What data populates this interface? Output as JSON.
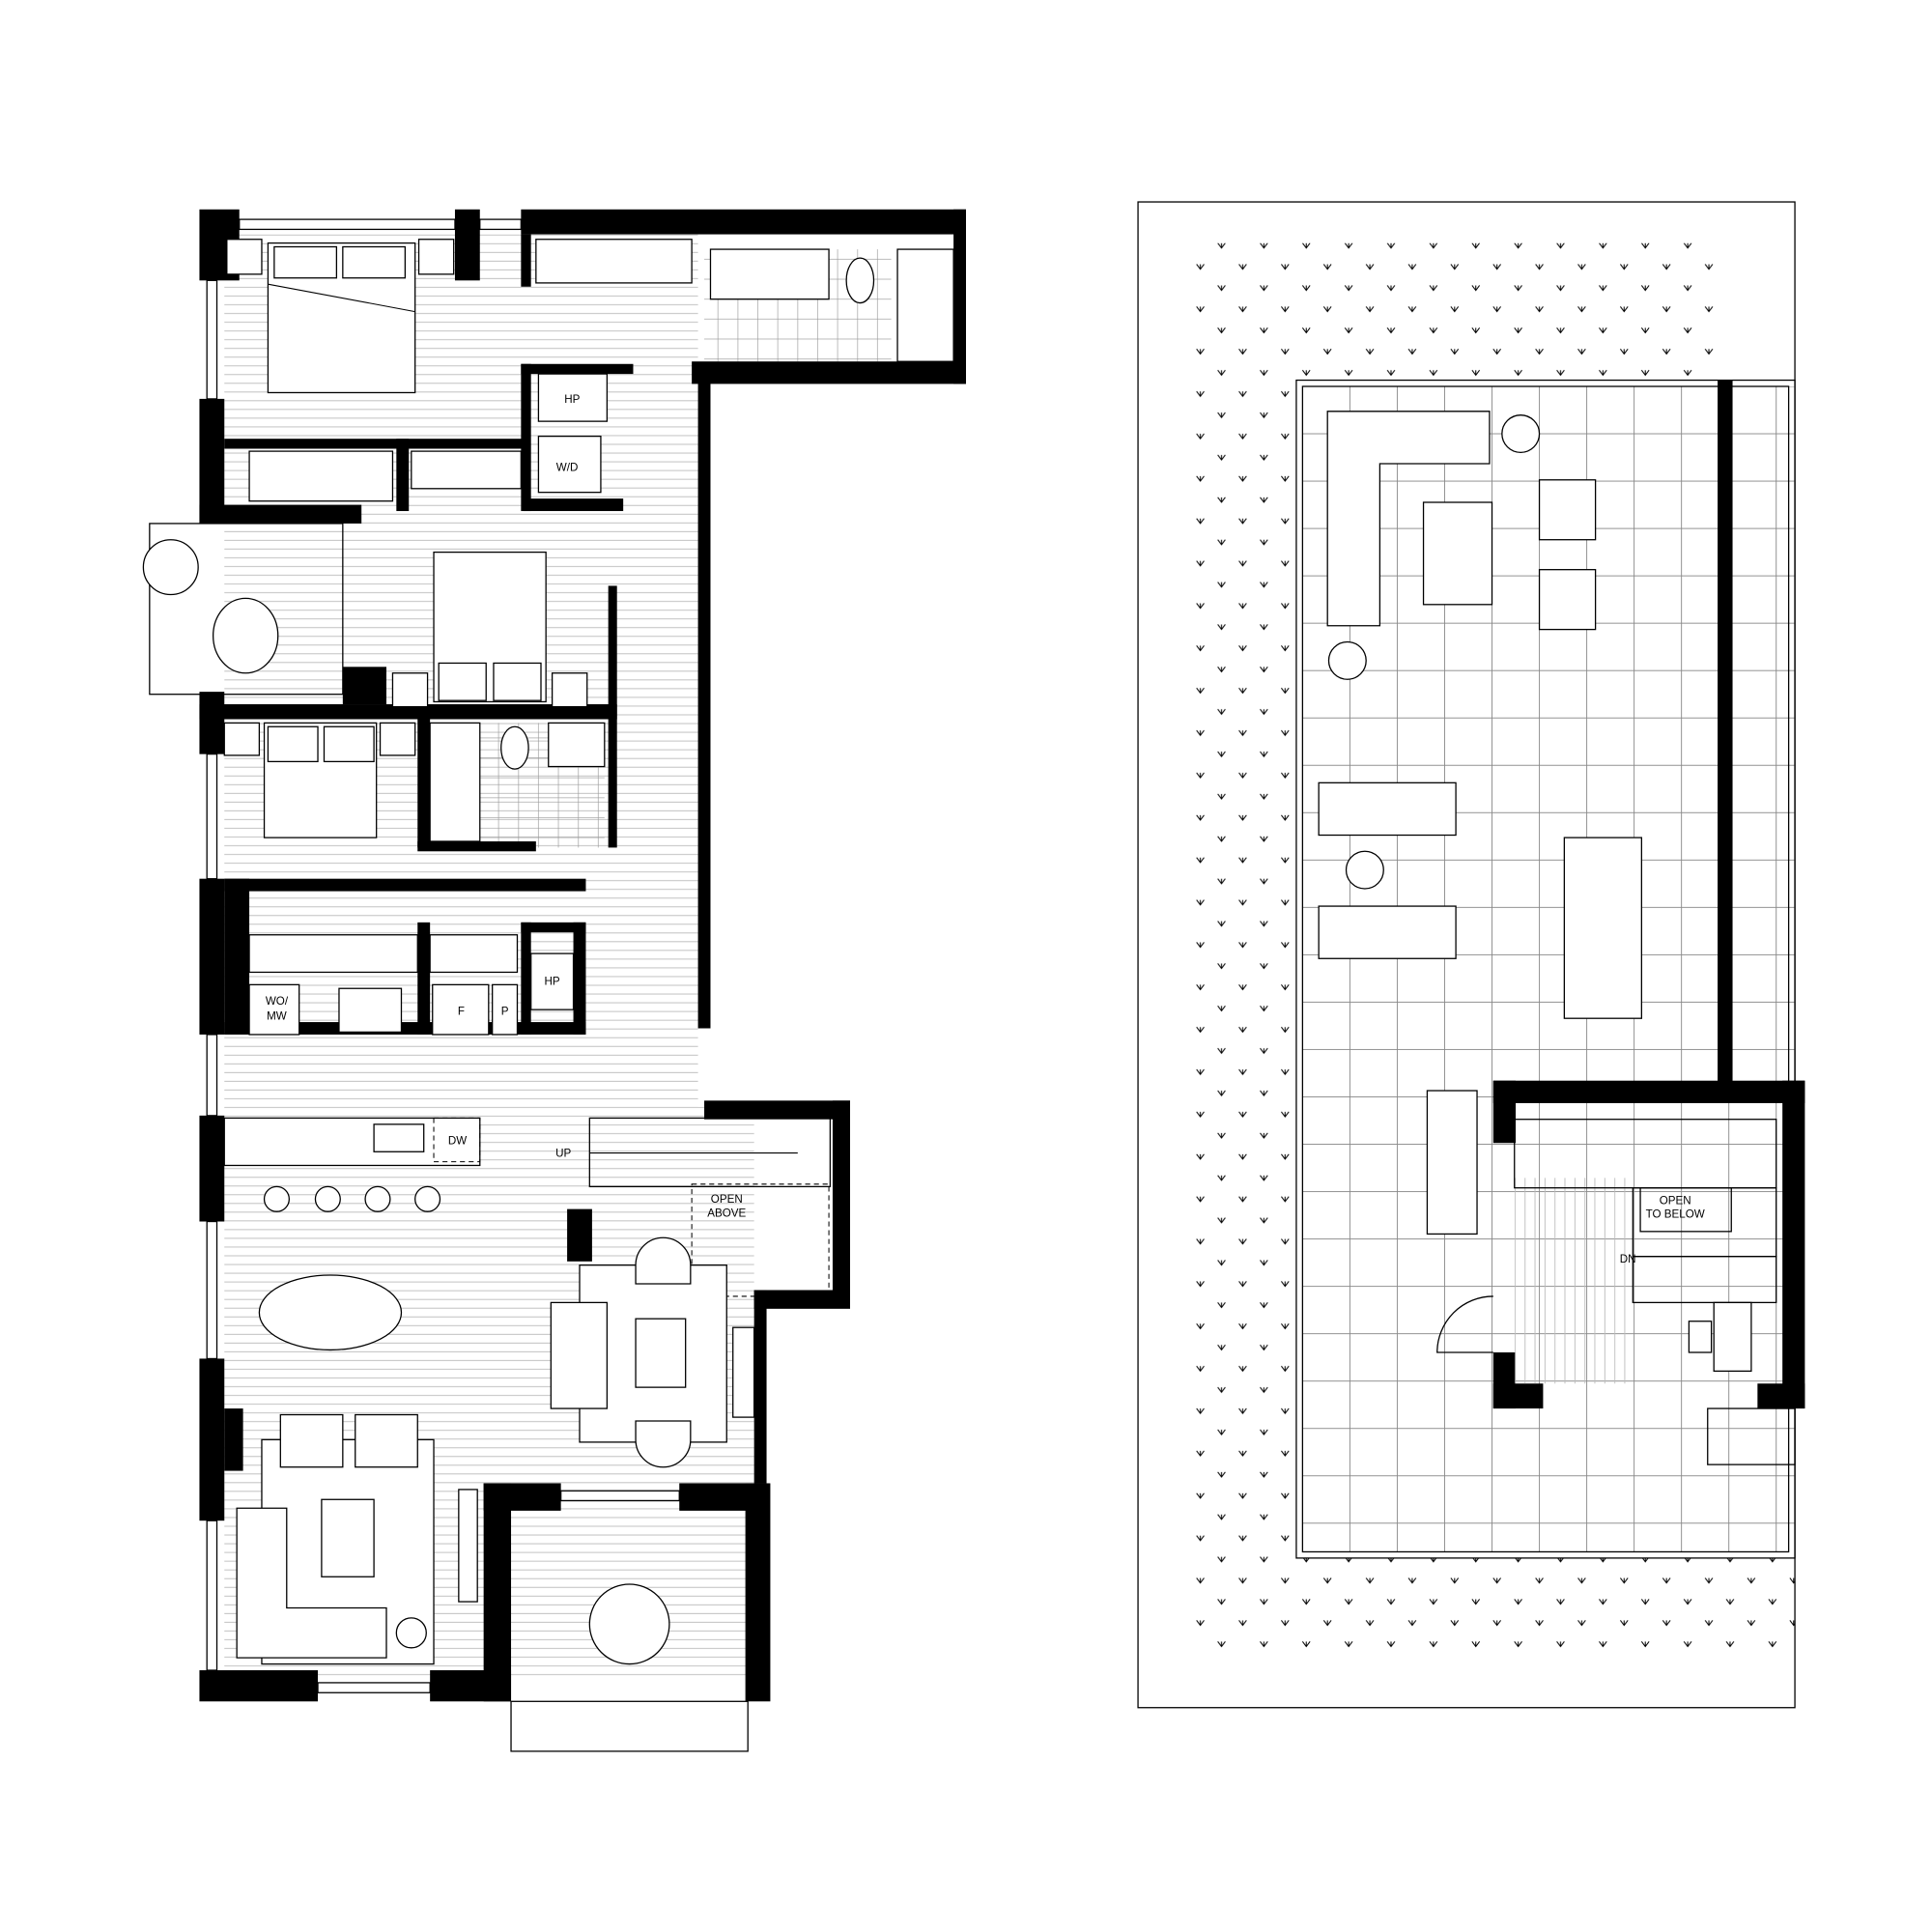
{
  "lower_level": {
    "labels": {
      "hp_upper": "HP",
      "wd": "W/D",
      "wo_mw_1": "WO/",
      "wo_mw_2": "MW",
      "fridge": "F",
      "pantry": "P",
      "hp_kitchen": "HP",
      "dishwasher": "DW",
      "stair_up": "UP",
      "open_above_1": "OPEN",
      "open_above_2": "ABOVE"
    }
  },
  "roof_level": {
    "labels": {
      "open_below_1": "OPEN",
      "open_below_2": "TO BELOW",
      "stair_down": "DN"
    }
  }
}
